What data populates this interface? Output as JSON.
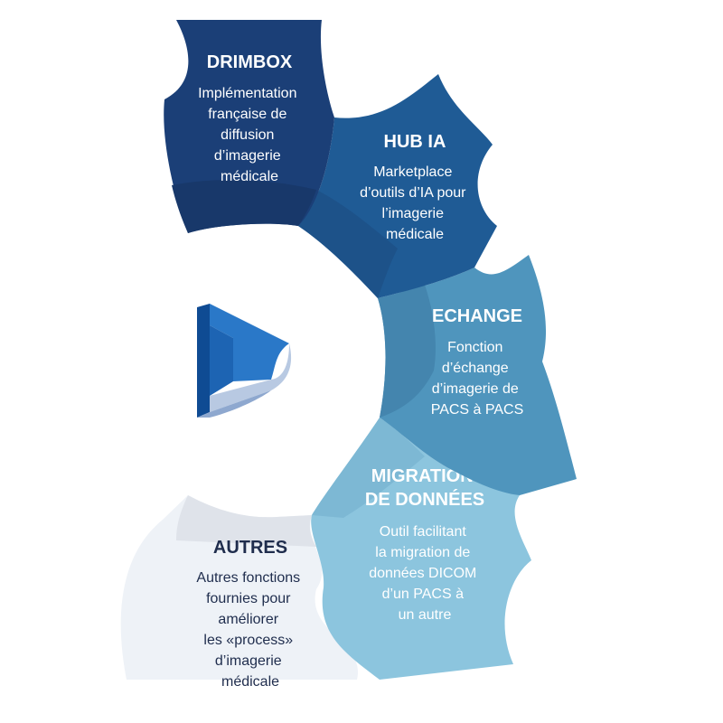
{
  "segments": [
    {
      "id": "drimbox",
      "title": "DRIMBOX",
      "desc": [
        "Implémentation",
        "française de",
        "diffusion",
        "d’imagerie",
        "médicale"
      ],
      "color": "#1b3f77",
      "text_color": "#ffffff"
    },
    {
      "id": "hub-ia",
      "title": "HUB IA",
      "desc": [
        "Marketplace",
        "d’outils d’IA pour",
        "l’imagerie",
        "médicale"
      ],
      "color": "#1f5b95",
      "text_color": "#ffffff"
    },
    {
      "id": "echange",
      "title": "ECHANGE",
      "desc": [
        "Fonction",
        "d’échange",
        "d’imagerie de",
        "PACS à PACS"
      ],
      "color": "#4f95bd",
      "text_color": "#ffffff"
    },
    {
      "id": "migration",
      "title": [
        "MIGRATION",
        "DE DONNÉES"
      ],
      "desc": [
        "Outil facilitant",
        "la migration de",
        "données DICOM",
        "d’un PACS à",
        "un autre"
      ],
      "color": "#8cc5de",
      "text_color": "#ffffff"
    },
    {
      "id": "autres",
      "title": "AUTRES",
      "desc": [
        "Autres fonctions",
        "fournies pour",
        "améliorer",
        "les «process»",
        "d’imagerie",
        "médicale"
      ],
      "color": "#eef2f7",
      "text_color": "#1f2d4d"
    }
  ],
  "logo": {
    "icon": "d-logo-icon",
    "colors": [
      "#2a78c8",
      "#0f4b93",
      "#b8c9e2"
    ]
  }
}
